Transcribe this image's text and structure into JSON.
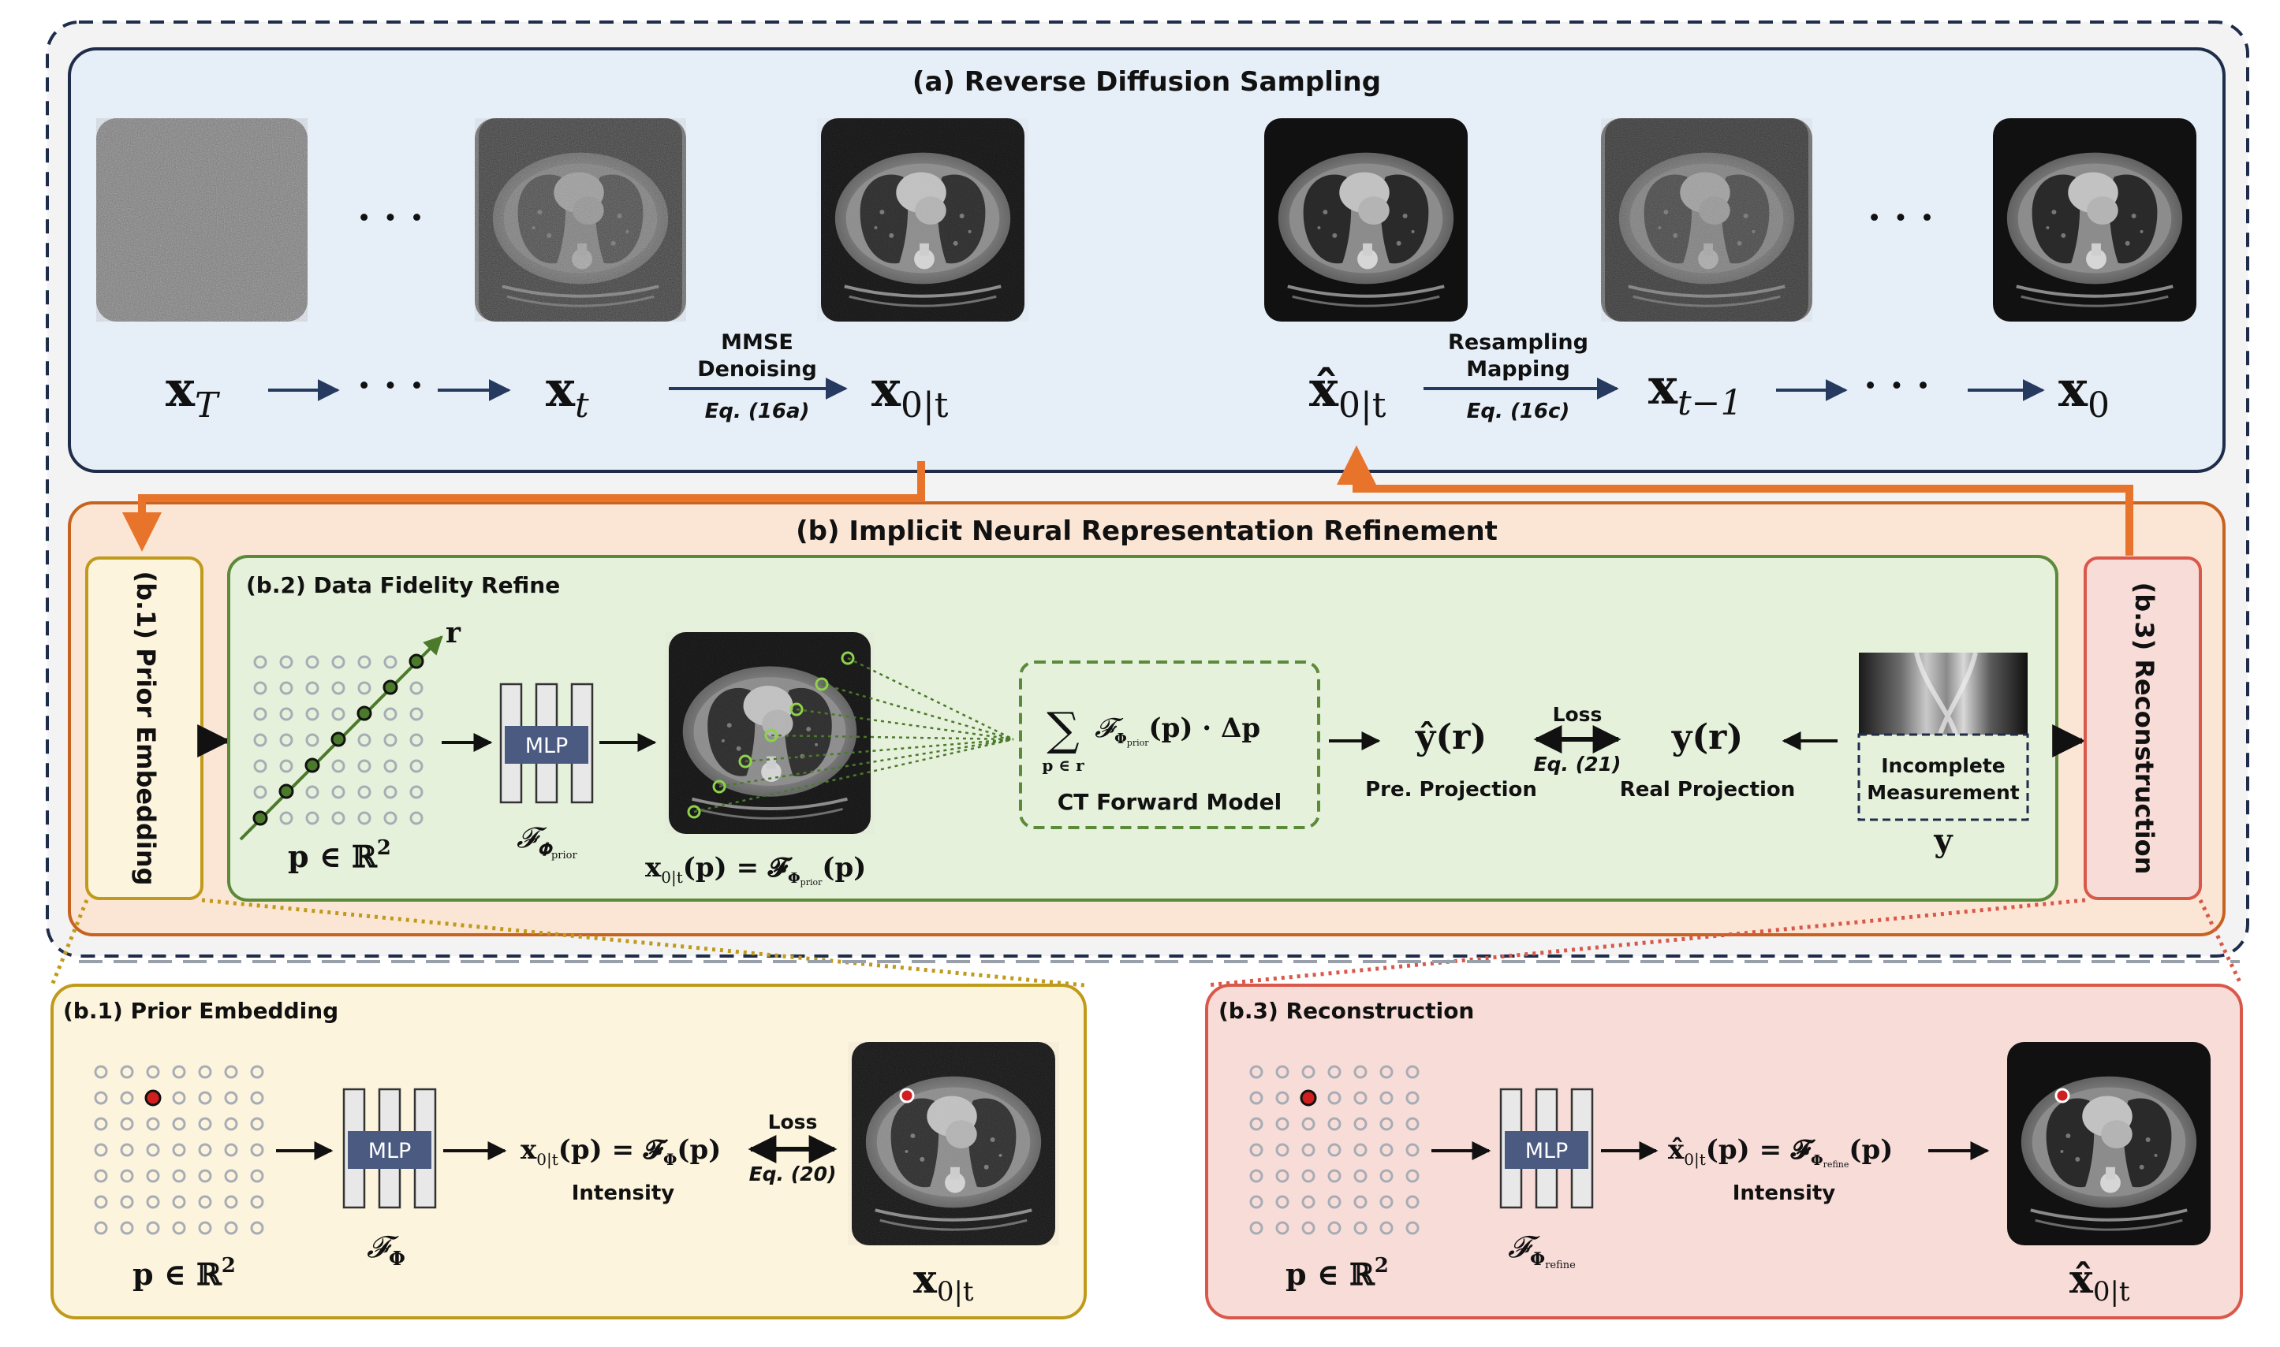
{
  "colors": {
    "outer_dashed": "#1f2d4a",
    "panel_a_fill": "#e6eef8",
    "panel_a_stroke": "#1f2d4a",
    "panel_b_fill": "#fbe6d6",
    "panel_b_stroke": "#c8621f",
    "fidelity_fill": "#e6f1dc",
    "fidelity_stroke": "#5a8a3a",
    "prior_fill": "#fdf4dd",
    "prior_stroke": "#c09a1a",
    "recon_fill": "#f8dcd8",
    "recon_stroke": "#d9584a",
    "orange_arrow": "#e8742b",
    "mlp_fill": "#4a5a80",
    "navy_arrow": "#26395e"
  },
  "panel_a": {
    "title": "(a) Reverse Diffusion Sampling",
    "dots_1": "· · ·",
    "dots_2": "· · ·",
    "dots_3": "· · ·",
    "dots_4": "· · ·",
    "label_xT": "𝐱",
    "label_xT_sub": "T",
    "label_xt": "𝐱",
    "label_xt_sub": "t",
    "label_x0t": "𝐱",
    "label_x0t_sub": "0|t",
    "label_x0t_hat": "𝐱̂",
    "label_x0t_hat_sub": "0|t",
    "label_xt1": "𝐱",
    "label_xt1_sub": "t−1",
    "label_x0": "𝐱",
    "label_x0_sub": "0",
    "mmse_line1": "MMSE",
    "mmse_line2": "Denoising",
    "mmse_eq": "Eq. (16a)",
    "resample_line1": "Resampling",
    "resample_line2": "Mapping",
    "resample_eq": "Eq. (16c)"
  },
  "panel_b": {
    "title": "(b) Implicit Neural Representation Refinement",
    "prior_vertical": "(b.1) Prior Embedding",
    "recon_vertical": "(b.3) Reconstruction",
    "fidelity_title": "(b.2) Data Fidelity Refine",
    "r_label": "𝐫",
    "p_label": "𝐩 ∈ ℝ",
    "p_label_sup": "2",
    "mlp_label": "MLP",
    "f_prior": "𝓕",
    "f_prior_sub": "𝚽",
    "f_prior_subsub": "prior",
    "x0t_eq": "𝐱",
    "x0t_eq_sub": "0|t",
    "x0t_eq_rest": "(𝐩) = 𝓕",
    "x0t_eq_sub2": "𝚽",
    "x0t_eq_subsub2": "prior",
    "x0t_eq_end": "(𝐩)",
    "sum_symbol": "∑",
    "sum_sub": "𝐩 ∈ 𝐫",
    "sum_body": "𝓕",
    "sum_body_sub": "𝚽",
    "sum_body_subsub": "prior",
    "sum_body_end": "(𝐩) · Δ𝐩",
    "ct_forward": "CT Forward Model",
    "y_hat": "𝐲̂(𝐫)",
    "pre_projection": "Pre. Projection",
    "loss": "Loss",
    "loss_eq": "Eq. (21)",
    "y_r": "𝐲(𝐫)",
    "real_projection": "Real Projection",
    "incomplete_1": "Incomplete",
    "incomplete_2": "Measurement",
    "y_label": "𝐲"
  },
  "panel_b1": {
    "title": "(b.1) Prior Embedding",
    "p_label": "𝐩 ∈ ℝ",
    "p_label_sup": "2",
    "mlp_label": "MLP",
    "f_label": "𝓕",
    "f_sub": "𝚽",
    "eq": "𝐱",
    "eq_sub": "0|t",
    "eq_rest": "(𝐩) = 𝓕",
    "eq_sub2": "𝚽",
    "eq_end": "(𝐩)",
    "intensity": "Intensity",
    "loss": "Loss",
    "loss_eq": "Eq. (20)",
    "out_label": "𝐱",
    "out_sub": "0|t"
  },
  "panel_b3": {
    "title": "(b.3) Reconstruction",
    "p_label": "𝐩 ∈ ℝ",
    "p_label_sup": "2",
    "mlp_label": "MLP",
    "f_label": "𝓕",
    "f_sub": "𝚽",
    "f_subsub": "refine",
    "eq": "𝐱̂",
    "eq_sub": "0|t",
    "eq_rest": "(𝐩) = 𝓕",
    "eq_sub2": "𝚽",
    "eq_subsub2": "refine",
    "eq_end": "(𝐩)",
    "intensity": "Intensity",
    "out_label": "𝐱̂",
    "out_sub": "0|t"
  }
}
